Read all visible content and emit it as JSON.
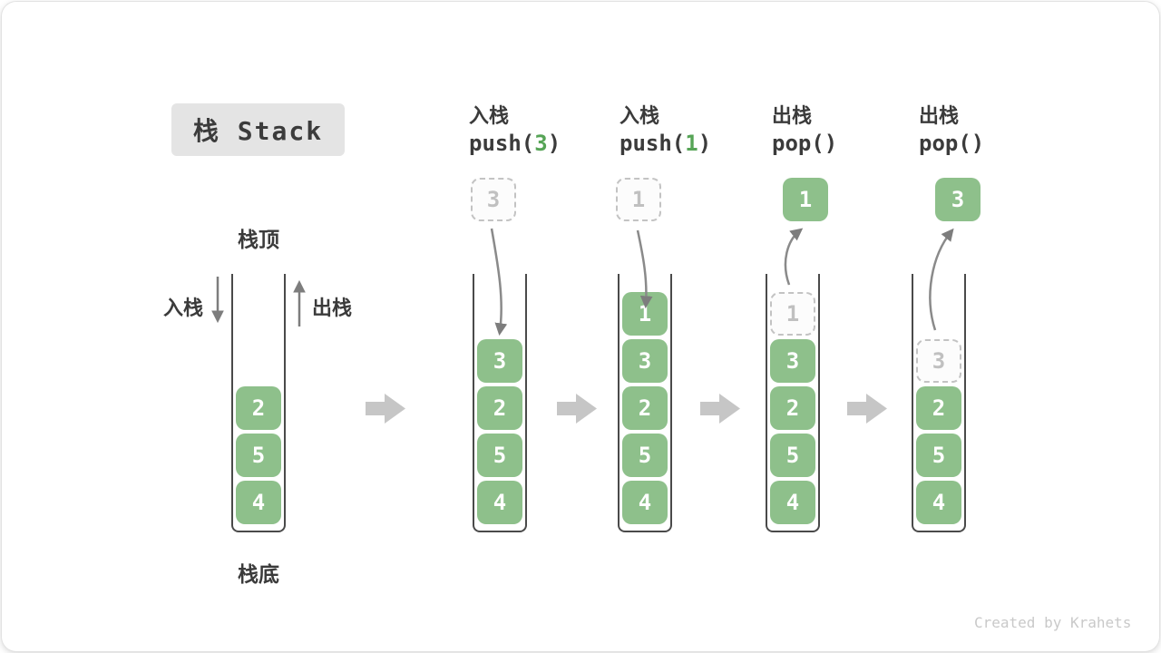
{
  "title": "栈 Stack",
  "side_labels": {
    "stack_top": "栈顶",
    "stack_bottom": "栈底",
    "push_in": "入栈",
    "pop_out": "出栈"
  },
  "watermark": "Created by Krahets",
  "colors": {
    "block_green": "#8ec08b",
    "code_arg_green": "#56a456",
    "title_bg": "#e4e4e4",
    "ghost_border": "#c3c3c3",
    "curve_arrow_gray": "#8a8a8a",
    "step_arrow_gray": "#c6c6c6",
    "container_border": "#4a4a4a"
  },
  "columns": [
    {
      "name": "initial-state",
      "stack": [
        {
          "value": "2",
          "ghost": false
        },
        {
          "value": "5",
          "ghost": false
        },
        {
          "value": "4",
          "ghost": false
        }
      ]
    },
    {
      "name": "push-3",
      "op_label": "入栈",
      "code_prefix": "push(",
      "code_arg": "3",
      "code_suffix": ")",
      "top_box": {
        "value": "3",
        "style": "dashed"
      },
      "stack": [
        {
          "value": "3",
          "ghost": false
        },
        {
          "value": "2",
          "ghost": false
        },
        {
          "value": "5",
          "ghost": false
        },
        {
          "value": "4",
          "ghost": false
        }
      ]
    },
    {
      "name": "push-1",
      "op_label": "入栈",
      "code_prefix": "push(",
      "code_arg": "1",
      "code_suffix": ")",
      "top_box": {
        "value": "1",
        "style": "dashed"
      },
      "stack": [
        {
          "value": "1",
          "ghost": false
        },
        {
          "value": "3",
          "ghost": false
        },
        {
          "value": "2",
          "ghost": false
        },
        {
          "value": "5",
          "ghost": false
        },
        {
          "value": "4",
          "ghost": false
        }
      ]
    },
    {
      "name": "pop-1",
      "op_label": "出栈",
      "code_prefix": "pop(",
      "code_arg": "",
      "code_suffix": ")",
      "top_box": {
        "value": "1",
        "style": "solid"
      },
      "stack": [
        {
          "value": "1",
          "ghost": true
        },
        {
          "value": "3",
          "ghost": false
        },
        {
          "value": "2",
          "ghost": false
        },
        {
          "value": "5",
          "ghost": false
        },
        {
          "value": "4",
          "ghost": false
        }
      ]
    },
    {
      "name": "pop-3",
      "op_label": "出栈",
      "code_prefix": "pop(",
      "code_arg": "",
      "code_suffix": ")",
      "top_box": {
        "value": "3",
        "style": "solid"
      },
      "stack": [
        {
          "value": "3",
          "ghost": true
        },
        {
          "value": "2",
          "ghost": false
        },
        {
          "value": "5",
          "ghost": false
        },
        {
          "value": "4",
          "ghost": false
        }
      ]
    }
  ]
}
